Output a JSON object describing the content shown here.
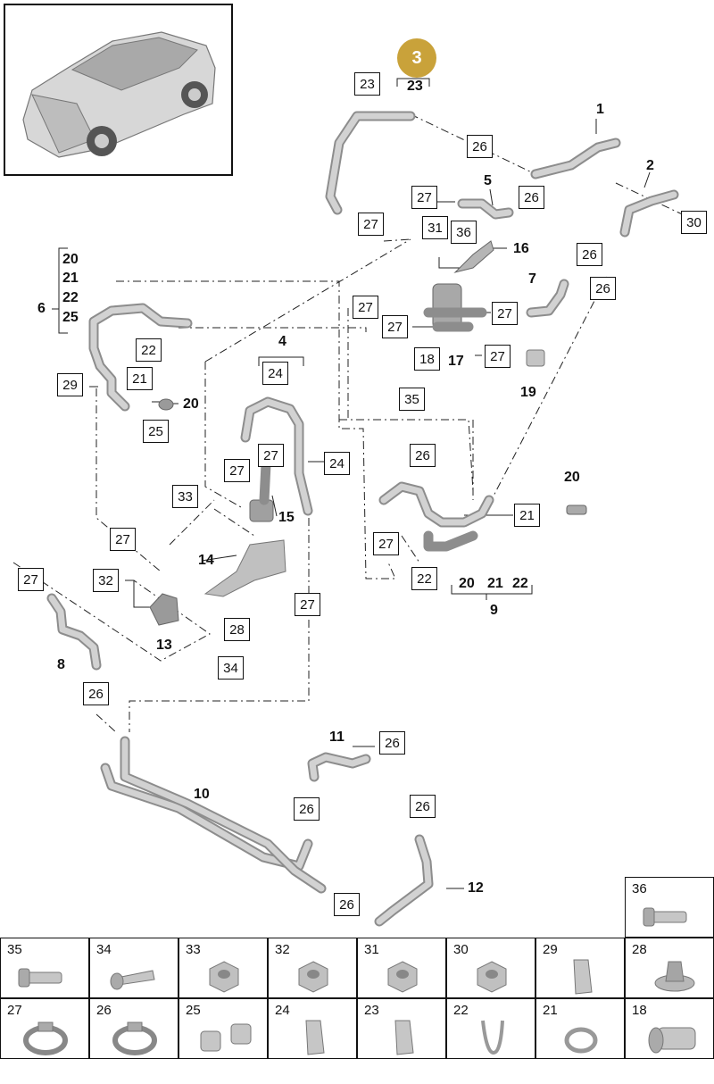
{
  "badge": "3",
  "callouts": {
    "c23a": "23",
    "c23b": "23",
    "c1": "1",
    "c2": "2",
    "c26a": "26",
    "c5": "5",
    "c27a": "27",
    "c26b": "26",
    "c30": "30",
    "c27b": "27",
    "c31": "31",
    "c36": "36",
    "c16": "16",
    "c26c": "26",
    "c7": "7",
    "c26d": "26",
    "c27c": "27",
    "c27d": "27",
    "c27e": "27",
    "c27f": "27",
    "c18": "18",
    "c17": "17",
    "c19": "19",
    "c35": "35",
    "c20a": "20",
    "c21a": "21",
    "c22a": "22",
    "c25a": "25",
    "c6": "6",
    "c22b": "22",
    "c21b": "21",
    "c20b": "20",
    "c29": "29",
    "c25b": "25",
    "c4": "4",
    "c24a": "24",
    "c27g": "27",
    "c24b": "24",
    "c27h": "27",
    "c33": "33",
    "c15": "15",
    "c26e": "26",
    "c20c": "20",
    "c21c": "21",
    "c27i": "27",
    "c22c": "22",
    "c20d": "20",
    "c21d": "21",
    "c22d": "22",
    "c9": "9",
    "c27j": "27",
    "c14": "14",
    "c27k": "27",
    "c32": "32",
    "c13": "13",
    "c28": "28",
    "c34": "34",
    "c27l": "27",
    "c8": "8",
    "c26f": "26",
    "c11": "11",
    "c26g": "26",
    "c10": "10",
    "c26h": "26",
    "c26i": "26",
    "c12": "12",
    "c26j": "26"
  },
  "parts_legend": [
    {
      "num": "36",
      "name": "bolt-36-icon"
    },
    {
      "num": "35",
      "name": "bolt-35-icon"
    },
    {
      "num": "34",
      "name": "screw-34-icon"
    },
    {
      "num": "33",
      "name": "nut-33-icon"
    },
    {
      "num": "32",
      "name": "nut-32-icon"
    },
    {
      "num": "31",
      "name": "nut-31-icon"
    },
    {
      "num": "30",
      "name": "nut-30-icon"
    },
    {
      "num": "29",
      "name": "clip-29-icon"
    },
    {
      "num": "28",
      "name": "grommet-28-icon"
    },
    {
      "num": "27",
      "name": "hose-clamp-27-icon"
    },
    {
      "num": "26",
      "name": "hose-clamp-26-icon"
    },
    {
      "num": "25",
      "name": "double-clip-25-icon"
    },
    {
      "num": "24",
      "name": "clip-24-icon"
    },
    {
      "num": "23",
      "name": "clip-23-icon"
    },
    {
      "num": "22",
      "name": "spring-clip-22-icon"
    },
    {
      "num": "21",
      "name": "o-ring-21-icon"
    },
    {
      "num": "18",
      "name": "bushing-18-icon"
    }
  ],
  "colors": {
    "badge": "#c9a23a",
    "part": "#c4c4c4",
    "part_edge": "#8a8a8a"
  }
}
